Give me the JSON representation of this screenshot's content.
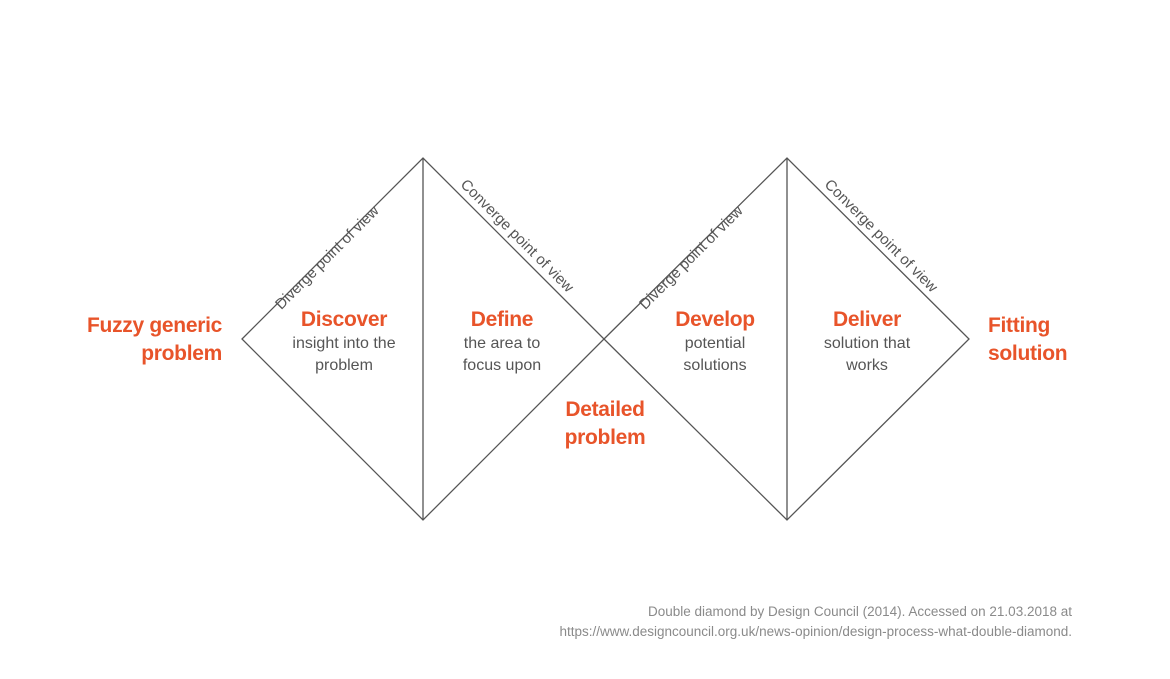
{
  "side_labels": {
    "start": "Fuzzy generic problem",
    "start_lines": [
      "Fuzzy generic",
      "problem"
    ],
    "middle": "Detailed problem",
    "middle_lines": [
      "Detailed",
      "problem"
    ],
    "end": "Fitting solution",
    "end_lines": [
      "Fitting",
      "solution"
    ]
  },
  "phases": [
    {
      "title": "Discover",
      "desc_lines": [
        "insight into the",
        "problem"
      ]
    },
    {
      "title": "Define",
      "desc_lines": [
        "the area to",
        "focus upon"
      ]
    },
    {
      "title": "Develop",
      "desc_lines": [
        "potential",
        "solutions"
      ]
    },
    {
      "title": "Deliver",
      "desc_lines": [
        "solution that",
        "works"
      ]
    }
  ],
  "edge_labels": {
    "diamond1_diverge": "Diverge point of view",
    "diamond1_converge": "Converge point of view",
    "diamond2_diverge": "Diverge point of view",
    "diamond2_converge": "Converge point of view"
  },
  "citation": {
    "line1": "Double diamond by Design Council (2014). Accessed on 21.03.2018 at",
    "line2": "https://www.designcouncil.org.uk/news-opinion/design-process-what-double-diamond."
  },
  "colors": {
    "accent": "#e8542a",
    "line": "#555555",
    "text": "#555555",
    "citation": "#8a8a8a"
  }
}
